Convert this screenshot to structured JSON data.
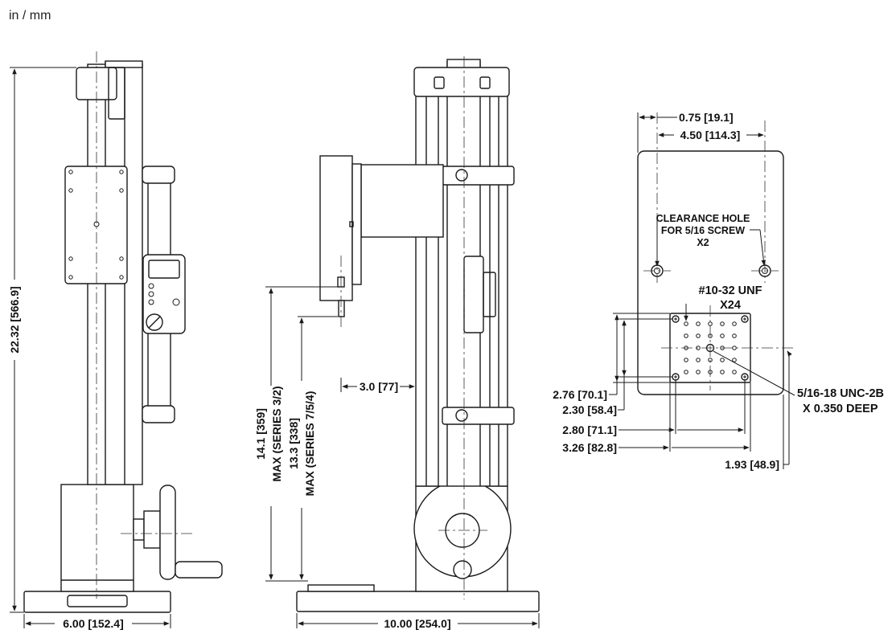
{
  "units": "in / mm",
  "side_view": {
    "height_dim": "22.32 [566.9]",
    "base_width_dim": "6.00 [152.4]"
  },
  "front_view": {
    "offset_dim": "3.0 [77]",
    "max_series_32_value": "14.1 [359]",
    "max_series_32_label": "MAX (SERIES 3/2)",
    "max_series_754_value": "13.3 [338]",
    "max_series_754_label": "MAX (SERIES 7/5/4)",
    "base_width_dim": "10.00 [254.0]"
  },
  "top_view": {
    "dim_075": "0.75 [19.1]",
    "dim_450": "4.50 [114.3]",
    "clearance_line1": "CLEARANCE HOLE",
    "clearance_line2": "FOR 5/16 SCREW",
    "clearance_line3": "X2",
    "thread_line1": "#10-32 UNF",
    "thread_line2": "X24",
    "dim_276": "2.76 [70.1]",
    "dim_230": "2.30 [58.4]",
    "dim_280": "2.80 [71.1]",
    "dim_326": "3.26 [82.8]",
    "dim_193": "1.93 [48.9]",
    "center_thread_line1": "5/16-18 UNC-2B",
    "center_thread_line2": "X 0.350 DEEP"
  }
}
